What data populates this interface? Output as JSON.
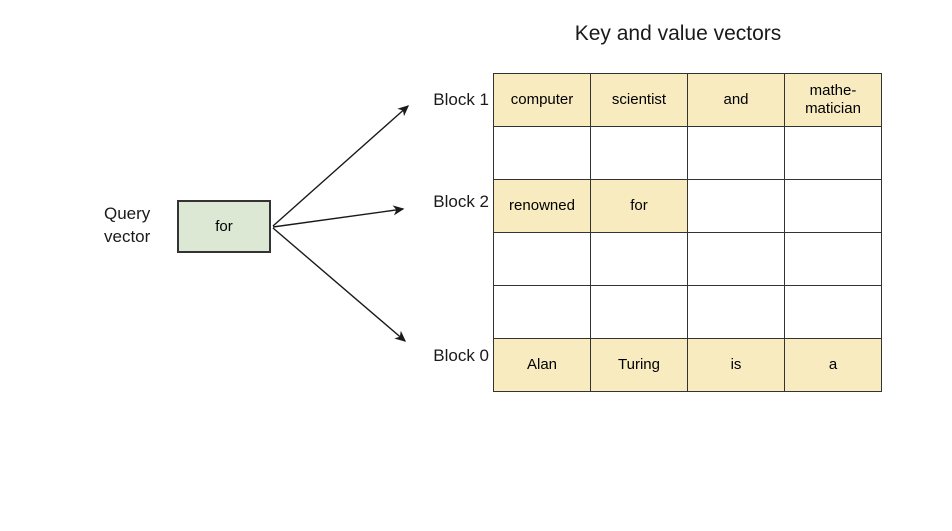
{
  "title": "Key and value vectors",
  "query": {
    "label_lines": [
      "Query",
      "vector"
    ],
    "value": "for"
  },
  "blocks": [
    {
      "label": "Block 1"
    },
    {
      "label": "Block 2"
    },
    {
      "label": "Block 0"
    }
  ],
  "table": {
    "rows": [
      {
        "cells": [
          {
            "text": "computer",
            "highlight": true
          },
          {
            "text": "scientist",
            "highlight": true
          },
          {
            "text": "and",
            "highlight": true
          },
          {
            "text": "mathe-matician",
            "highlight": true
          }
        ]
      },
      {
        "cells": [
          {
            "text": "",
            "highlight": false
          },
          {
            "text": "",
            "highlight": false
          },
          {
            "text": "",
            "highlight": false
          },
          {
            "text": "",
            "highlight": false
          }
        ]
      },
      {
        "cells": [
          {
            "text": "renowned",
            "highlight": true
          },
          {
            "text": "for",
            "highlight": true
          },
          {
            "text": "",
            "highlight": false
          },
          {
            "text": "",
            "highlight": false
          }
        ]
      },
      {
        "cells": [
          {
            "text": "",
            "highlight": false
          },
          {
            "text": "",
            "highlight": false
          },
          {
            "text": "",
            "highlight": false
          },
          {
            "text": "",
            "highlight": false
          }
        ]
      },
      {
        "cells": [
          {
            "text": "",
            "highlight": false
          },
          {
            "text": "",
            "highlight": false
          },
          {
            "text": "",
            "highlight": false
          },
          {
            "text": "",
            "highlight": false
          }
        ]
      },
      {
        "cells": [
          {
            "text": "Alan",
            "highlight": true
          },
          {
            "text": "Turing",
            "highlight": true
          },
          {
            "text": "is",
            "highlight": true
          },
          {
            "text": "a",
            "highlight": true
          }
        ]
      }
    ]
  },
  "colors": {
    "highlight": "#F8EBC0",
    "query_fill": "#DCE8D3",
    "border": "#333333",
    "arrow": "#1a1a1a"
  }
}
